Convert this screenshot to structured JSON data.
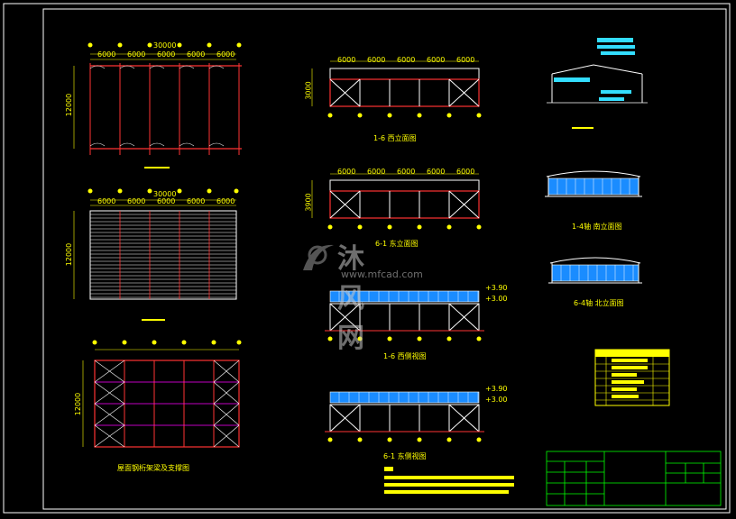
{
  "view_captions": {
    "elev_1_6": "1-6 西立面图",
    "elev_6_1": "6-1 东立面图",
    "sect_1_6": "1-6 西侧视图",
    "sect_6_1": "6-1 东侧视图",
    "bracing_plan": "屋面钢桁架梁及支撑图",
    "elev_a_h": "1-4轴 南立面图",
    "elev_h_a": "6-4轴 北立面图"
  },
  "plan_dims": {
    "bays": [
      "6000",
      "6000",
      "6000",
      "6000",
      "6000"
    ],
    "total_1": "30000",
    "total_2": "30000",
    "depth": "12000"
  },
  "elev_dims": {
    "bays": [
      "6000",
      "6000",
      "6000",
      "6000",
      "6000"
    ],
    "heights": [
      "3000",
      "3900"
    ]
  },
  "levels": {
    "roof": "+3.90",
    "eave": "+3.00"
  },
  "watermark": {
    "brand_cn": "沐风网",
    "url": "www.mfcad.com"
  },
  "colors": {
    "frame": "#ffffff",
    "member": "#ff2a2a",
    "dimension": "#ffff00",
    "panel": "#33aaff",
    "accent": "#ff00ff",
    "title_block": "#00ff00"
  }
}
